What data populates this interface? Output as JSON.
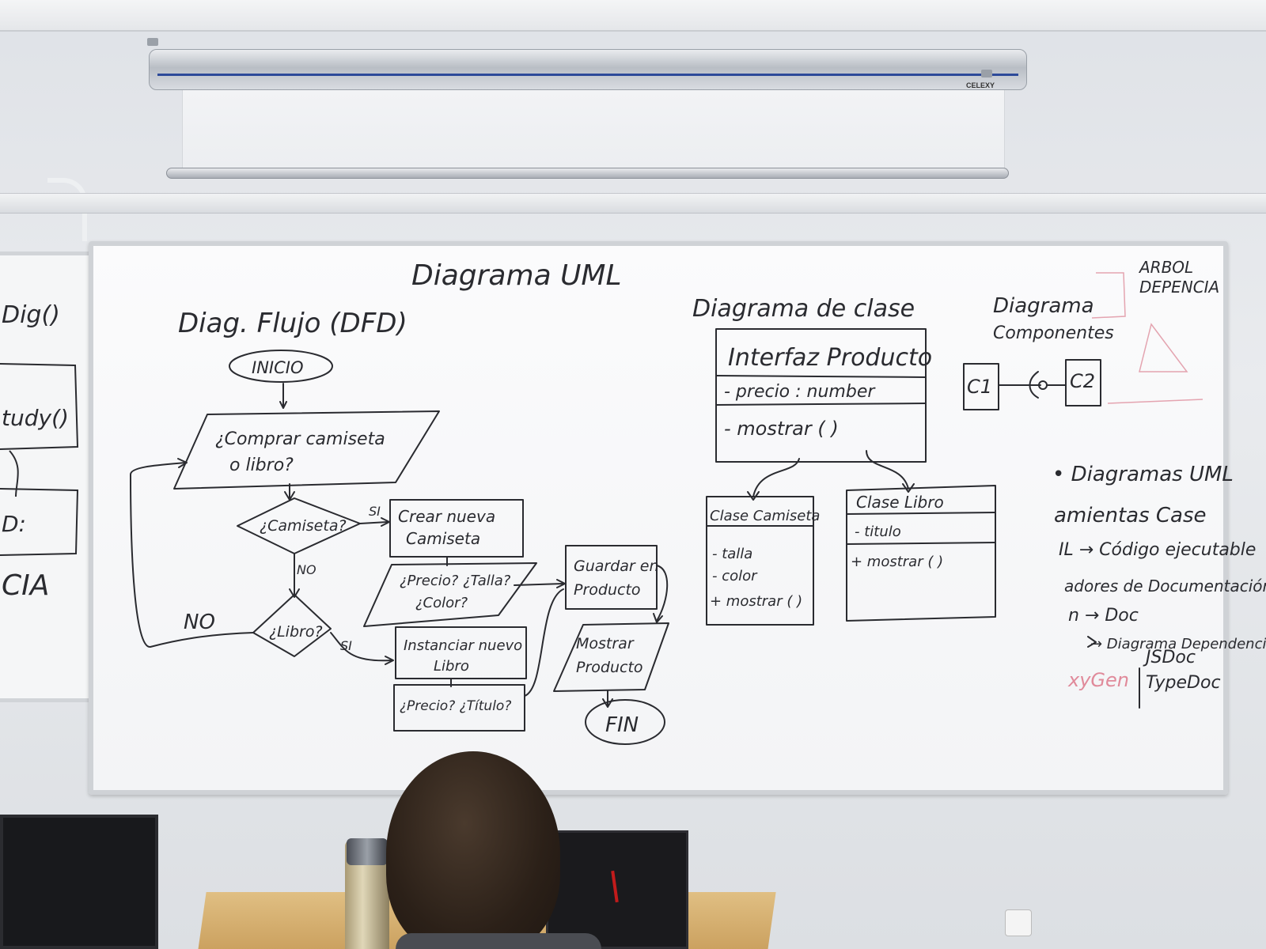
{
  "scene": {
    "projector_brand": "CELEXY"
  },
  "whiteboard": {
    "title": "Diagrama UML",
    "flow": {
      "heading": "Diag. Flujo (DFD)",
      "start": "INICIO",
      "question": [
        "¿Comprar camiseta",
        "o libro?"
      ],
      "decision_shirt": "¿Camiseta?",
      "yes1": "SI",
      "create_shirt": [
        "Crear nueva",
        "Camiseta"
      ],
      "shirt_input": [
        "¿Precio? ¿Talla?",
        "¿Color?"
      ],
      "no1": "NO",
      "decision_book": "¿Libro?",
      "no2": "NO",
      "yes2": "SI",
      "create_book": [
        "Instanciar nuevo",
        "Libro"
      ],
      "book_input": "¿Precio? ¿Título?",
      "save": [
        "Guardar en",
        "Producto"
      ],
      "show": [
        "Mostrar",
        "Producto"
      ],
      "end": "FIN"
    },
    "class_diagram": {
      "heading": "Diagrama de clase",
      "interface": {
        "title": "Interfaz Producto",
        "attr": "- precio : number",
        "method": "- mostrar ( )"
      },
      "shirt_class": {
        "title": "Clase Camiseta",
        "attr1": "- talla",
        "attr2": "- color",
        "method": "+ mostrar ( )"
      },
      "book_class": {
        "title": "Clase Libro",
        "attr": "- titulo",
        "method": "+ mostrar ( )"
      }
    },
    "components": {
      "heading": [
        "Diagrama",
        "Componentes"
      ],
      "c1": "C1",
      "c2": "C2"
    },
    "tree": [
      "ARBOL",
      "DEPENCIA"
    ],
    "notes": {
      "line1": "• Diagramas UML",
      "line2": "amientas Case",
      "line3": "IL → Código ejecutable",
      "line4": "adores de Documentación",
      "line5": "n → Doc",
      "line6": "→ Diagrama Dependencia",
      "line7": "JSDoc",
      "line8": "TypeDoc",
      "line9": "xyGen"
    },
    "left_board": {
      "line1": "Dig()",
      "line2": "tudy()",
      "line3": "D:",
      "line4": "CIA"
    }
  }
}
